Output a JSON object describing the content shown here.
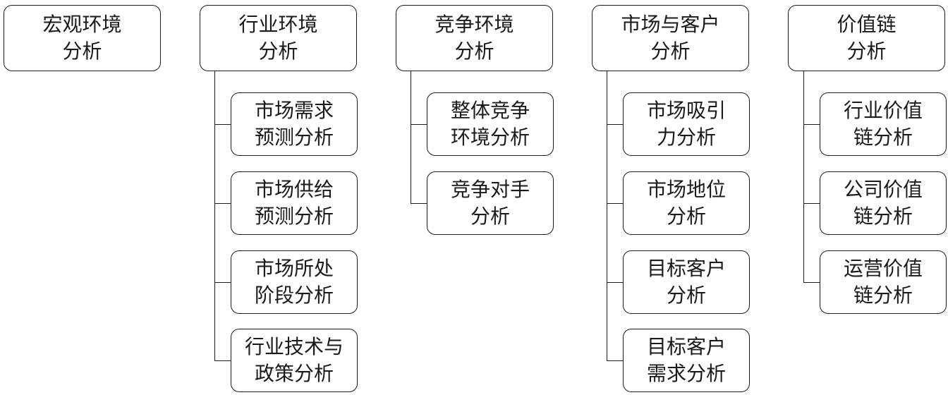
{
  "columns": [
    {
      "title": [
        "宏观环境",
        "分析"
      ],
      "children": []
    },
    {
      "title": [
        "行业环境",
        "分析"
      ],
      "children": [
        [
          "市场需求",
          "预测分析"
        ],
        [
          "市场供给",
          "预测分析"
        ],
        [
          "市场所处",
          "阶段分析"
        ],
        [
          "行业技术与",
          "政策分析"
        ]
      ]
    },
    {
      "title": [
        "竞争环境",
        "分析"
      ],
      "children": [
        [
          "整体竞争",
          "环境分析"
        ],
        [
          "竞争对手",
          "分析"
        ]
      ]
    },
    {
      "title": [
        "市场与客户",
        "分析"
      ],
      "children": [
        [
          "市场吸引",
          "力分析"
        ],
        [
          "市场地位",
          "分析"
        ],
        [
          "目标客户",
          "分析"
        ],
        [
          "目标客户",
          "需求分析"
        ]
      ]
    },
    {
      "title": [
        "价值链",
        "分析"
      ],
      "children": [
        [
          "行业价值",
          "链分析"
        ],
        [
          "公司价值",
          "链分析"
        ],
        [
          "运营价值",
          "链分析"
        ]
      ]
    }
  ]
}
